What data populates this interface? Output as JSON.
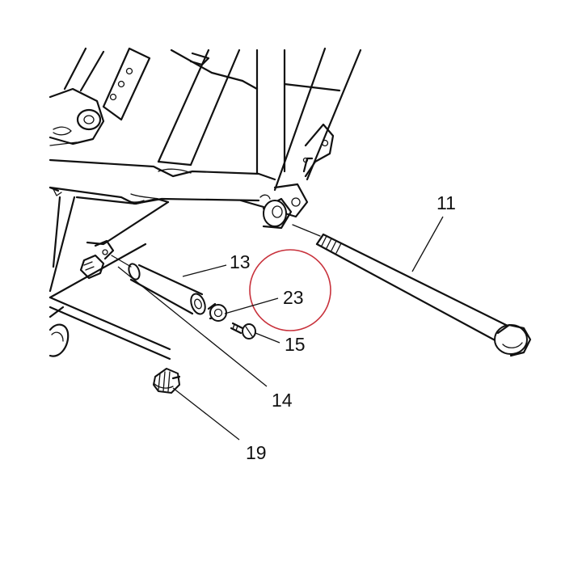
{
  "callouts": {
    "c11": "11",
    "c13": "13",
    "c14": "14",
    "c15": "15",
    "c19": "19",
    "c23": "23"
  },
  "colors": {
    "line": "#111111",
    "highlight": "#c8323c",
    "background": "#ffffff"
  }
}
